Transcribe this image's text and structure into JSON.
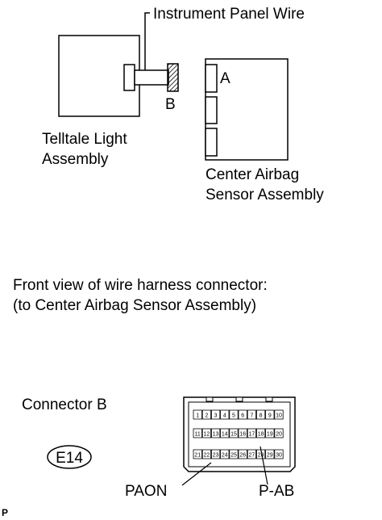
{
  "labels": {
    "instrument_panel_wire": "Instrument Panel Wire",
    "connector_b_short": "B",
    "connector_a_short": "A",
    "telltale_line1": "Telltale Light",
    "telltale_line2": "Assembly",
    "center_airbag_line1": "Center Airbag",
    "center_airbag_line2": "Sensor Assembly",
    "front_view_line1": "Front view of wire harness connector:",
    "front_view_line2": "(to Center Airbag Sensor Assembly)",
    "connector_b": "Connector B",
    "connector_code": "E14",
    "pin_paon": "PAON",
    "pin_pab": "P-AB",
    "corner_mark": "P"
  },
  "connector_pins": {
    "row1": [
      "1",
      "2",
      "3",
      "4",
      "5",
      "6",
      "7",
      "8",
      "9",
      "10"
    ],
    "row2": [
      "11",
      "12",
      "13",
      "14",
      "15",
      "16",
      "17",
      "18",
      "19",
      "20"
    ],
    "row3": [
      "21",
      "22",
      "23",
      "24",
      "25",
      "26",
      "27",
      "28",
      "29",
      "30"
    ]
  },
  "colors": {
    "line": "#000000",
    "background": "#ffffff"
  }
}
